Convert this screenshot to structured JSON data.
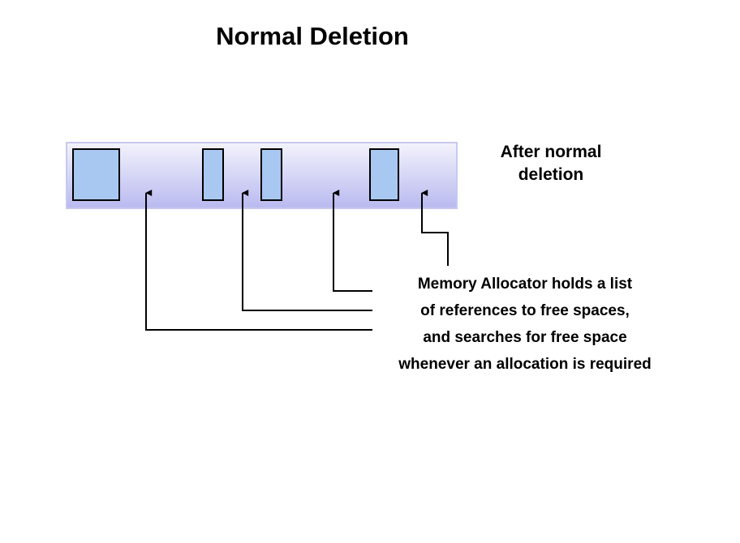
{
  "title": "Normal Deletion",
  "heap_label": {
    "line1": "After normal",
    "line2": "deletion"
  },
  "callout": {
    "line1": "Memory Allocator holds a list",
    "line2": "of references to free spaces,",
    "line3": "and searches for free space",
    "line4": "whenever an allocation is required"
  },
  "colors": {
    "heap_gradient_top": "#f3f3fc",
    "heap_gradient_bottom": "#b9b9f0",
    "heap_border": "#c8c8ef",
    "block_fill": "#a8c8f2",
    "block_stroke": "#000000",
    "connector": "#000000"
  },
  "allocated_block_count": 4,
  "free_space_reference_count": 4
}
